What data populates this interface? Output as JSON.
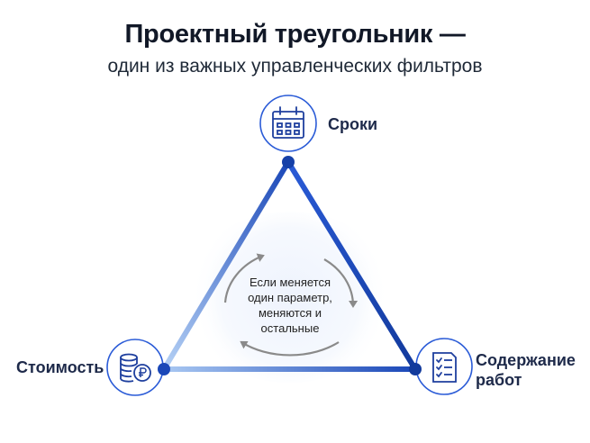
{
  "header": {
    "title": "Проектный треугольник —",
    "subtitle": "один из важных управленческих фильтров"
  },
  "nodes": {
    "top": {
      "label": "Сроки",
      "icon": "calendar-icon"
    },
    "left": {
      "label": "Стоимость",
      "icon": "coins-ruble-icon"
    },
    "right": {
      "label_line1": "Содержание",
      "label_line2": "работ",
      "icon": "checklist-document-icon"
    }
  },
  "center": {
    "line1": "Если меняется",
    "line2": "один параметр,",
    "line3": "меняются и",
    "line4": "остальные"
  },
  "colors": {
    "accent_dark": "#1a47b8",
    "accent_light": "#a9c8f2",
    "node_border": "#2a5bd7",
    "center_glow": "#eef3fd",
    "arrow": "#8a8a8a"
  }
}
